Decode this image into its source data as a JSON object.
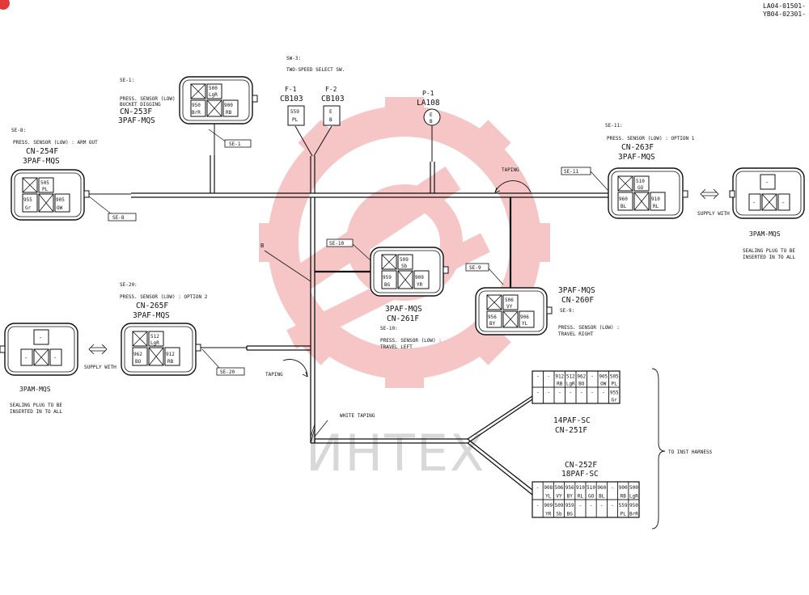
{
  "doc_codes": [
    "LA04-01501-",
    "YB04-02301-"
  ],
  "watermark": "ИНТЕХ",
  "labels": {
    "se8": "SE-8:",
    "se8_desc": "PRESS. SENSOR (LOW) : ARM OUT",
    "se8_cn": "CN-254F",
    "se8_type": "3PAF-MQS",
    "se8_tag": "SE-8",
    "se1": "SE-1:",
    "se1_desc1": "PRESS. SENSOR (LOW) :",
    "se1_desc2": "BUCKET DIGGING",
    "se1_cn": "CN-253F",
    "se1_type": "3PAF-MQS",
    "se1_tag": "SE-1",
    "sw3": "SW-3:",
    "sw3_desc": "TWO-SPEED SELECT SW.",
    "f1": "F-1",
    "f1_cb": "CB103",
    "f2": "F-2",
    "f2_cb": "CB103",
    "p1": "P-1",
    "p1_la": "LA108",
    "se11": "SE-11:",
    "se11_desc": "PRESS. SENSOR (LOW) : OPTION 1",
    "se11_cn": "CN-263F",
    "se11_type": "3PAF-MQS",
    "se11_tag": "SE-11",
    "taping_top": "TAPING",
    "supply_with_r": "SUPPLY WITH",
    "mqs_r": "3PAM-MQS",
    "sealing_r1": "SEALING PLUG TO BE",
    "sealing_r2": "INSERTED IN TO ALL",
    "b_label": "B",
    "se10_tag": "SE-10",
    "se10_type": "3PAF-MQS",
    "se10_cn": "CN-261F",
    "se10": "SE-10:",
    "se10_desc1": "PRESS. SENSOR (LOW) :",
    "se10_desc2": "TRAVEL LEFT",
    "se9_tag": "SE-9",
    "se9_type": "3PAF-MQS",
    "se9_cn": "CN-260F",
    "se9": "SE-9:",
    "se9_desc1": "PRESS. SENSOR (LOW) :",
    "se9_desc2": "TRAVEL RIGHT",
    "se20": "SE-20:",
    "se20_desc": "PRESS. SENSOR (LOW) : OPTION 2",
    "se20_cn": "CN-265F",
    "se20_type": "3PAF-MQS",
    "se20_tag": "SE-20",
    "supply_with_l": "SUPPLY WITH",
    "mqs_l": "3PAM-MQS",
    "sealing_l1": "SEALING PLUG TO BE",
    "sealing_l2": "INSERTED IN TO ALL",
    "taping_mid": "TAPING",
    "white_taping": "WHITE TAPING",
    "c14_type": "14PAF-SC",
    "c14_cn": "CN-251F",
    "c18_cn": "CN-252F",
    "c18_type": "18PAF-SC",
    "to_inst": "TO INST HARNESS"
  },
  "connectors": {
    "se8": {
      "p1": [
        "505",
        "PL"
      ],
      "p2": [
        "955",
        "Gr"
      ],
      "p3": [
        "905",
        "OW"
      ]
    },
    "se1": {
      "p1": [
        "500",
        "LgR"
      ],
      "p2": [
        "950",
        "BrR"
      ],
      "p3": [
        "900",
        "RB"
      ]
    },
    "se11": {
      "p1": [
        "510",
        "GO"
      ],
      "p2": [
        "960",
        "BL"
      ],
      "p3": [
        "910",
        "RL"
      ]
    },
    "se10": {
      "p1": [
        "509",
        "Sb"
      ],
      "p2": [
        "959",
        "BG"
      ],
      "p3": [
        "909",
        "YR"
      ]
    },
    "se9": {
      "p1": [
        "506",
        "VY"
      ],
      "p2": [
        "956",
        "BY"
      ],
      "p3": [
        "906",
        "YL"
      ]
    },
    "se20": {
      "p1": [
        "512",
        "LgR"
      ],
      "p2": [
        "962",
        "BO"
      ],
      "p3": [
        "912",
        "RB"
      ]
    },
    "f1": [
      "559",
      "PL"
    ],
    "f2": [
      "E",
      "B"
    ],
    "p1": [
      "E",
      "B"
    ]
  },
  "cn251": {
    "row1": [
      "-",
      "-",
      "912",
      "512",
      "962",
      "-",
      "905",
      "505"
    ],
    "row1c": [
      "",
      "",
      "RB",
      "LgR",
      "BO",
      "",
      "OW",
      "PL"
    ],
    "row2": [
      "-",
      "-",
      "-",
      "-",
      "-",
      "-",
      "-",
      "955"
    ],
    "row2c": [
      "",
      "",
      "",
      "",
      "",
      "",
      "",
      "Gr"
    ]
  },
  "cn252": {
    "row1": [
      "-",
      "908",
      "506",
      "956",
      "910",
      "510",
      "960",
      "-",
      "900",
      "500"
    ],
    "row1c": [
      "",
      "YL",
      "VY",
      "BY",
      "RL",
      "GO",
      "BL",
      "",
      "RB",
      "LgR"
    ],
    "row2": [
      "-",
      "909",
      "509",
      "959",
      "-",
      "-",
      "-",
      "-",
      "559",
      "950"
    ],
    "row2c": [
      "",
      "YR",
      "Sb",
      "BG",
      "",
      "",
      "",
      "",
      "PL",
      "BrR"
    ]
  }
}
